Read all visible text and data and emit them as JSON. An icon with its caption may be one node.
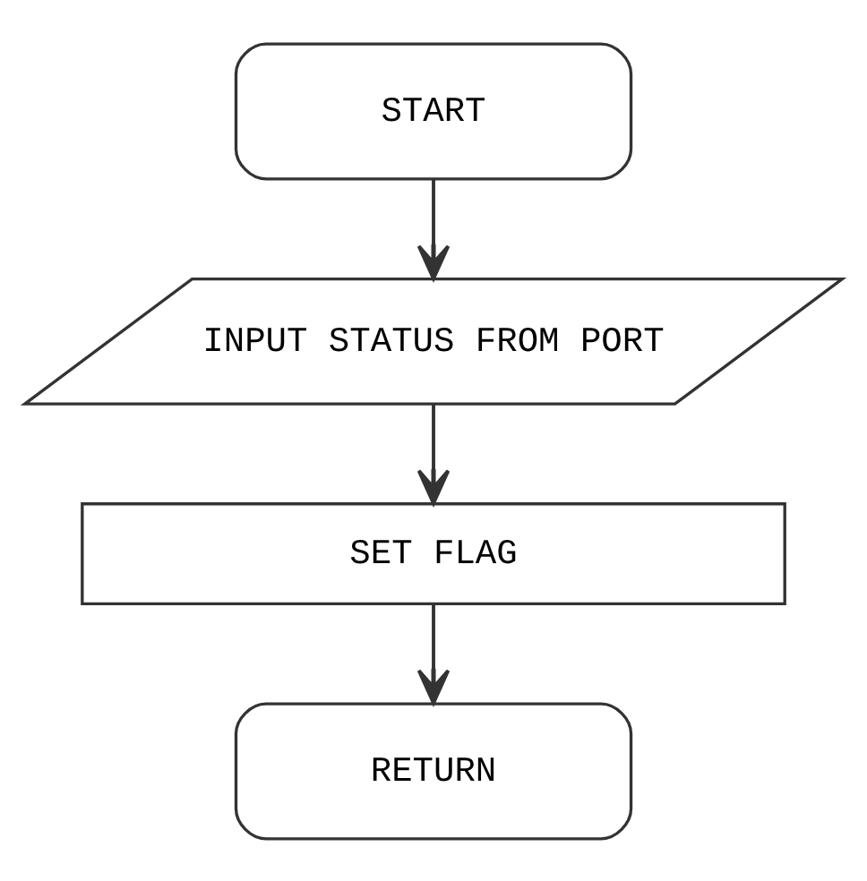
{
  "diagram": {
    "nodes": [
      {
        "text": [
          "START"
        ]
      },
      {
        "text": [
          "INPUT STATUS FROM PORT"
        ]
      },
      {
        "text": [
          "SET FLAG"
        ]
      },
      {
        "text": [
          "RETURN"
        ]
      }
    ],
    "edges": [
      {
        "from": 0,
        "to": 1,
        "arrow": "to"
      },
      {
        "from": 1,
        "to": 2,
        "arrow": "to"
      },
      {
        "from": 2,
        "to": 3,
        "arrow": "to"
      }
    ]
  }
}
